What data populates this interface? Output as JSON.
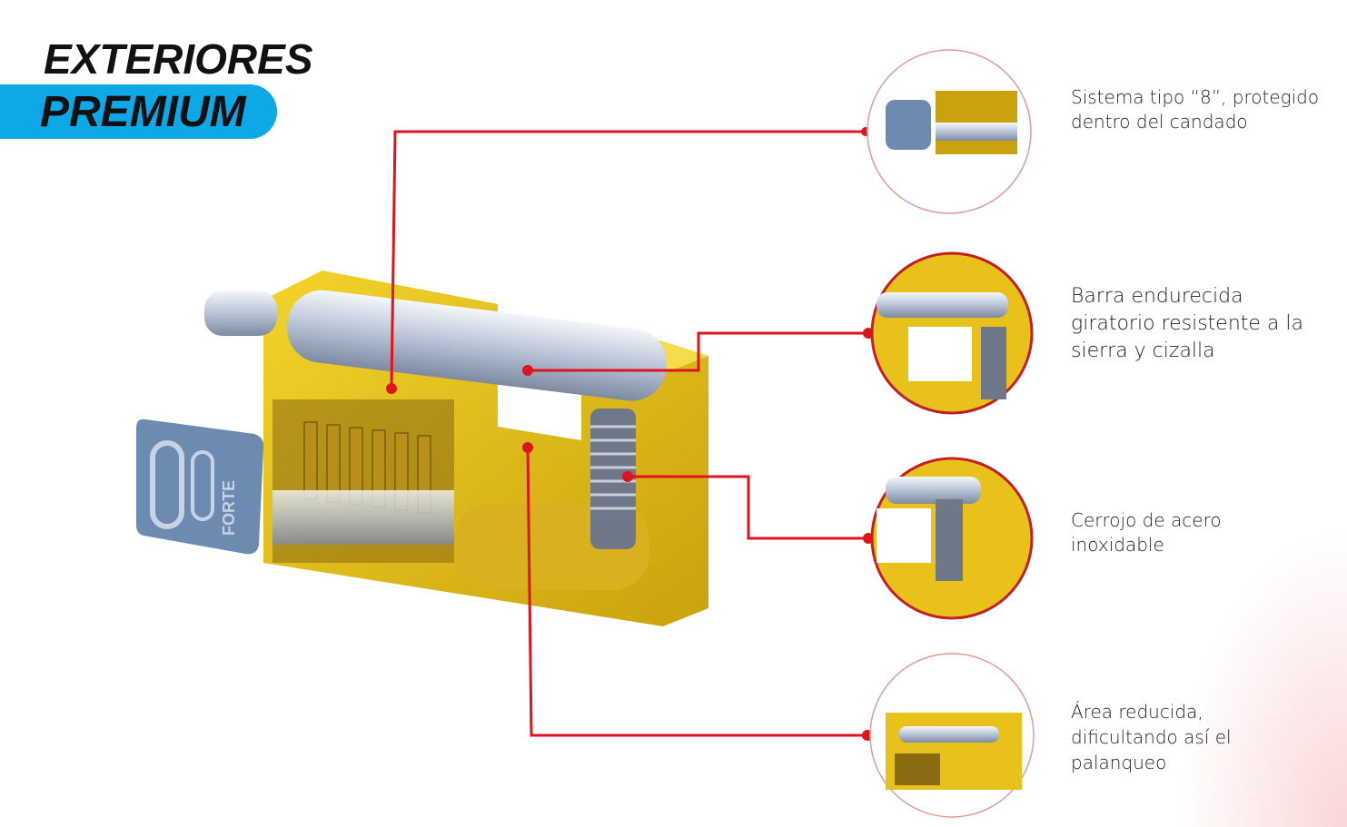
{
  "header": {
    "line1": "EXTERIORES",
    "line2": "PREMIUM"
  },
  "colors": {
    "accent": "#0fa8e6",
    "callout": "#e0141c",
    "brass": "#e8c21a"
  },
  "key": {
    "logo": "FORTE"
  },
  "features": [
    {
      "text": "Sistema tipo “8”, protegido\ndentro del candado"
    },
    {
      "text": "Barra endurecida\ngiratorio resistente a la\nsierra y cizalla"
    },
    {
      "text": "Cerrojo de acero\ninoxidable"
    },
    {
      "text": "Área reducida,\ndificultando así el\npalanqueo"
    }
  ]
}
